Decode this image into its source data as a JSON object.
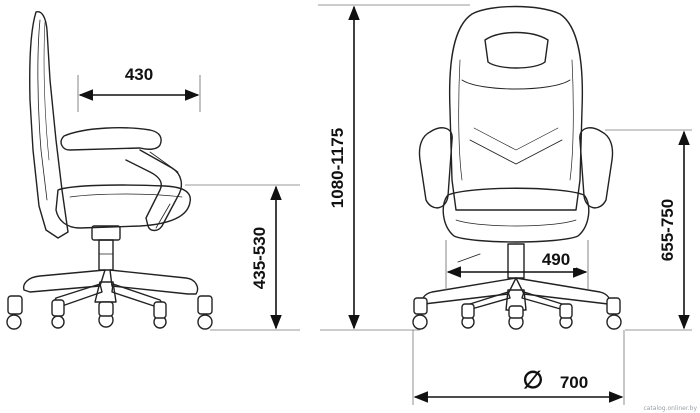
{
  "diagram": {
    "dimensions": {
      "depth": "430",
      "seat_height": "435-530",
      "total_height": "1080-1175",
      "seat_width": "490",
      "armrest_height": "655-750",
      "base_diameter": "700",
      "diameter_symbol": "∅"
    },
    "watermark": "catalog.onliner.by"
  }
}
